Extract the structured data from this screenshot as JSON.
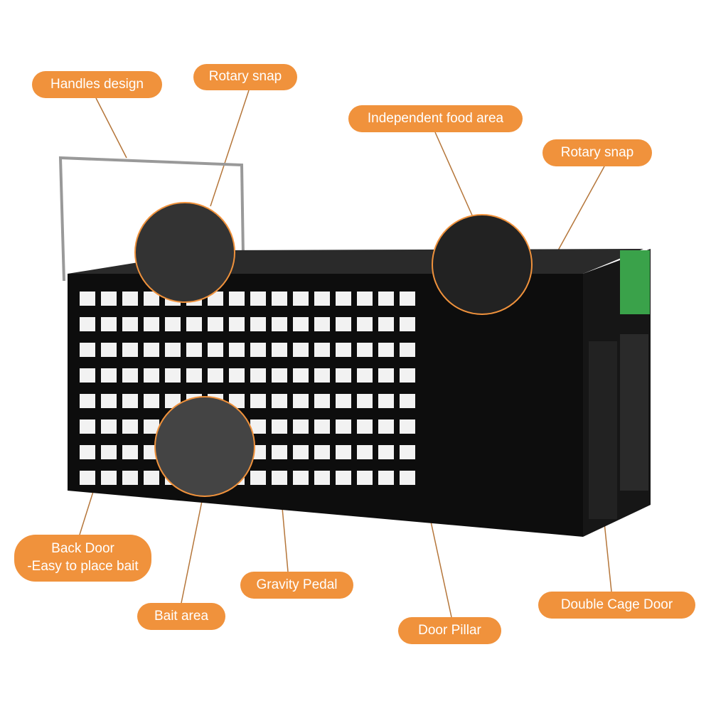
{
  "labels": {
    "handles_design": "Handles design",
    "rotary_snap_top": "Rotary snap",
    "independent_food_area": "Independent food area",
    "rotary_snap_right": "Rotary snap",
    "back_door_line1": "Back Door",
    "back_door_line2": "-Easy to place bait",
    "gravity_pedal": "Gravity Pedal",
    "bait_area": "Bait area",
    "door_pillar": "Door Pillar",
    "double_cage_door": "Double Cage Door"
  },
  "colors": {
    "accent": "#f0923c",
    "cage": "#111111",
    "leader": "#b5763a"
  }
}
